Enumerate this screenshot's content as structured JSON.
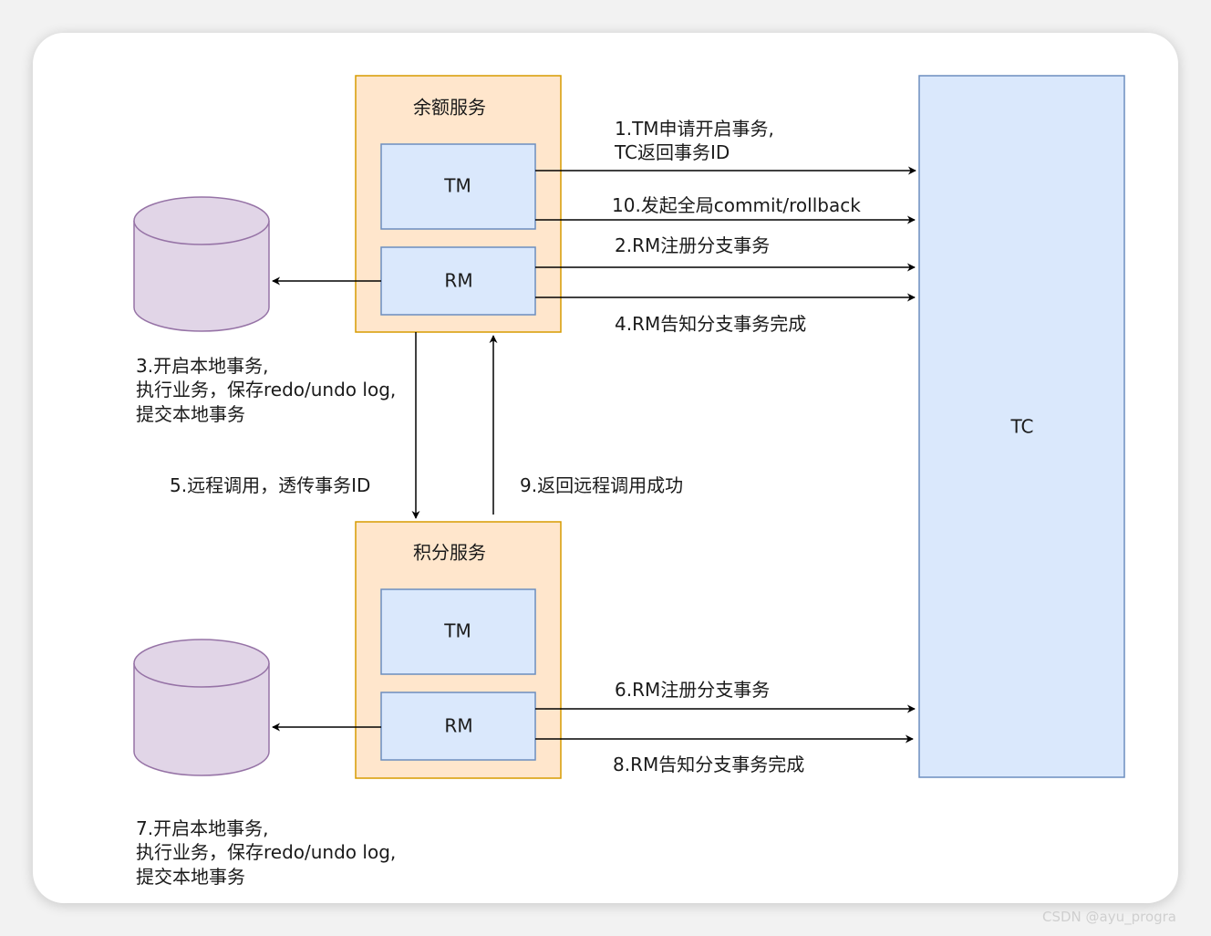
{
  "services": {
    "top": {
      "title": "余额服务",
      "tm": "TM",
      "rm": "RM"
    },
    "bottom": {
      "title": "积分服务",
      "tm": "TM",
      "rm": "RM"
    }
  },
  "tc": {
    "label": "TC"
  },
  "steps": {
    "s1_line1": "1.TM申请开启事务,",
    "s1_line2": "TC返回事务ID",
    "s10": "10.发起全局commit/rollback",
    "s2": "2.RM注册分支事务",
    "s4": "4.RM告知分支事务完成",
    "s3_line1": "3.开启本地事务,",
    "s3_line2": "执行业务，保存redo/undo log,",
    "s3_line3": "提交本地事务",
    "s5": "5.远程调用，透传事务ID",
    "s9": "9.返回远程调用成功",
    "s6": "6.RM注册分支事务",
    "s8": "8.RM告知分支事务完成",
    "s7_line1": "7.开启本地事务,",
    "s7_line2": "执行业务，保存redo/undo log,",
    "s7_line3": "提交本地事务"
  },
  "watermark": "CSDN @ayu_progra",
  "colors": {
    "service_fill": "#ffe6cc",
    "service_stroke": "#d79b00",
    "component_fill": "#dae8fc",
    "component_stroke": "#6c8ebf",
    "db_fill": "#e1d5e7",
    "db_stroke": "#9673a6"
  }
}
